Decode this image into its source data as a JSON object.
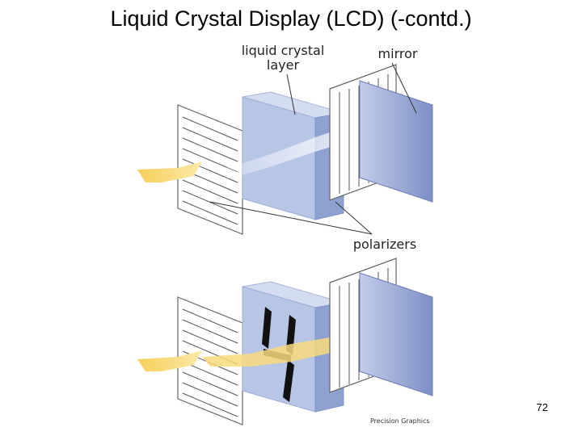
{
  "slide": {
    "title": "Liquid Crystal Display (LCD) (-contd.)",
    "page_number": "72"
  },
  "diagram": {
    "labels": {
      "liquid_crystal_layer": "liquid crystal\nlayer",
      "mirror": "mirror",
      "polarizers": "polarizers"
    },
    "display_digit": "4",
    "credit": "Precision Graphics",
    "colors": {
      "light": "#f6d36a",
      "crystal_front": "#b8c6e6",
      "crystal_side": "#8ea2d2",
      "mirror": "#9aa8d6",
      "polarizer_line": "#555"
    }
  }
}
